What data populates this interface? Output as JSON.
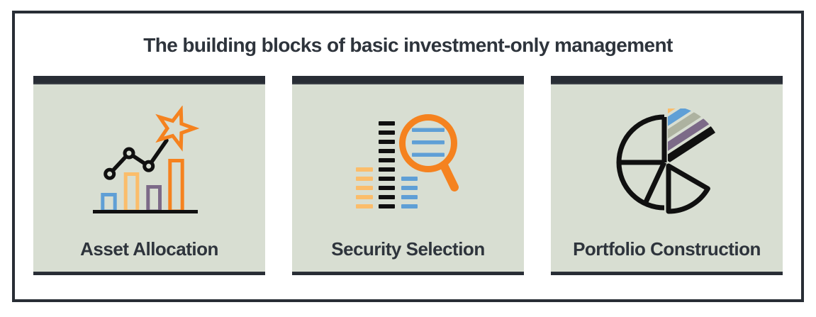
{
  "title": "The building blocks of basic investment-only management",
  "cards": [
    {
      "label": "Asset Allocation",
      "icon": "bar-chart-trend-star-icon"
    },
    {
      "label": "Security Selection",
      "icon": "magnifier-over-lists-icon"
    },
    {
      "label": "Portfolio Construction",
      "icon": "exploded-pie-chart-icon"
    }
  ],
  "colors": {
    "frame_dark": "#282d35",
    "card_bg": "#d8ded2",
    "text_dark": "#2e343c",
    "orange": "#f5821f",
    "light_orange": "#fbbd6b",
    "blue": "#5f9fd6",
    "purple": "#7c6a88",
    "red": "#d5472b",
    "sage_stripe": "#adb2a0",
    "icon_black": "#101010"
  }
}
